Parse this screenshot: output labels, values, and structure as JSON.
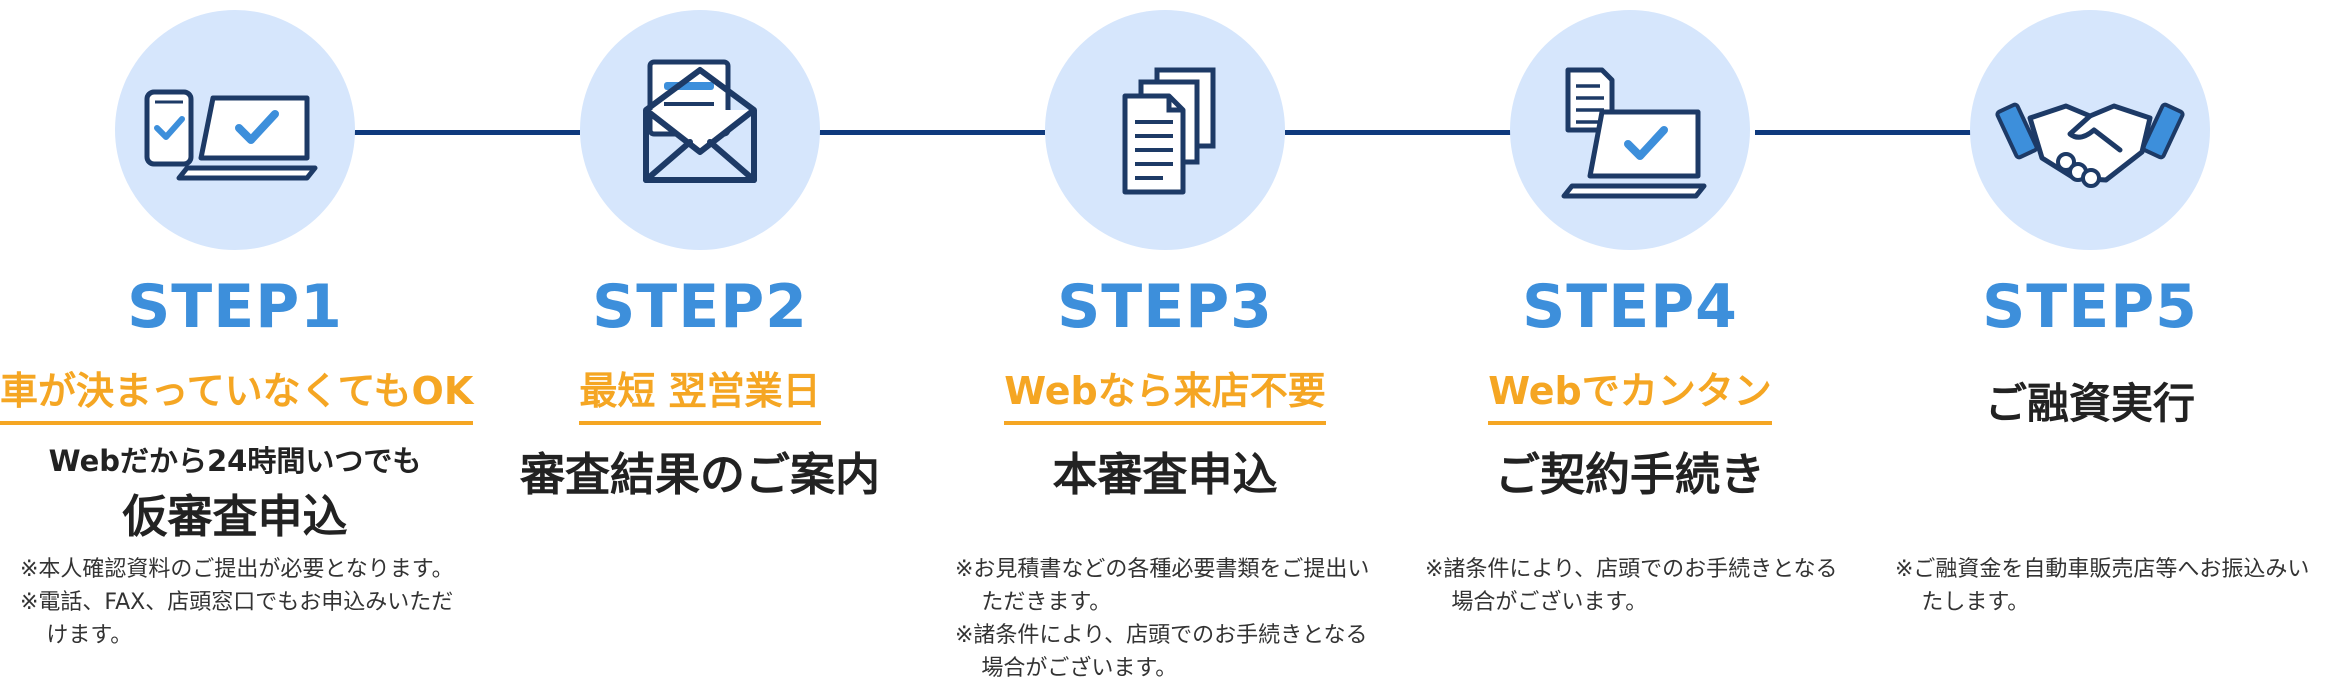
{
  "steps": [
    {
      "label": "STEP1",
      "tagline": "車が決まっていなくてもOK",
      "subtitle": "Webだから24時間いつでも",
      "title": "仮審査申込",
      "notes": [
        "※本人確認資料のご提出が必要となります。",
        "※電話、FAX、店頭窓口でもお申込みいただけます。"
      ],
      "icon": "devices-check-icon"
    },
    {
      "label": "STEP2",
      "tagline": "最短 翌営業日",
      "subtitle": "",
      "title": "審査結果のご案内",
      "notes": [],
      "icon": "mail-icon"
    },
    {
      "label": "STEP3",
      "tagline": "Webなら来店不要",
      "subtitle": "",
      "title": "本審査申込",
      "notes": [
        "※お見積書などの各種必要書類をご提出いただきます。",
        "※諸条件により、店頭でのお手続きとなる場合がございます。"
      ],
      "icon": "documents-icon"
    },
    {
      "label": "STEP4",
      "tagline": "Webでカンタン",
      "subtitle": "",
      "title": "ご契約手続き",
      "notes": [
        "※諸条件により、店頭でのお手続きとなる場合がございます。"
      ],
      "icon": "laptop-document-icon"
    },
    {
      "label": "STEP5",
      "tagline": "",
      "subtitle": "",
      "title": "ご融資実行",
      "notes": [
        "※ご融資金を自動車販売店等へお振込みいたします。"
      ],
      "icon": "handshake-icon"
    }
  ],
  "colors": {
    "step_label": "#3d8fdb",
    "tagline": "#f5a623",
    "connector": "#0f3a7d",
    "circle": "#d6e6fc",
    "icon_dark": "#1d3a66",
    "icon_accent": "#3d8fdb"
  }
}
